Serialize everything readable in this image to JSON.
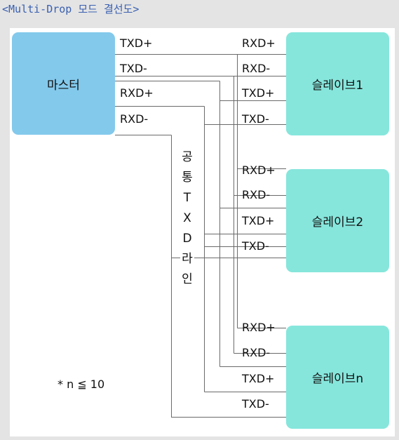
{
  "title": "<Multi-Drop 모드 결선도>",
  "master": {
    "label": "마스터"
  },
  "slaves": [
    {
      "label": "슬레이브1"
    },
    {
      "label": "슬레이브2"
    },
    {
      "label": "슬레이브n"
    }
  ],
  "master_pins": [
    "TXD+",
    "TXD-",
    "RXD+",
    "RXD-"
  ],
  "slave_pins": [
    [
      "RXD+",
      "RXD-",
      "TXD+",
      "TXD-"
    ],
    [
      "RXD+",
      "RXD-",
      "TXD+",
      "TXD-"
    ],
    [
      "RXD+",
      "RXD-",
      "TXD+",
      "TXD-"
    ]
  ],
  "common_line_chars": [
    "공",
    "통",
    "T",
    "X",
    "D",
    "라",
    "인"
  ],
  "note": "* n ≦ 10",
  "colors": {
    "master": "#83c9ec",
    "slave": "#86e6dc",
    "wire": "#6a6a6a",
    "title": "#3a60b0"
  }
}
